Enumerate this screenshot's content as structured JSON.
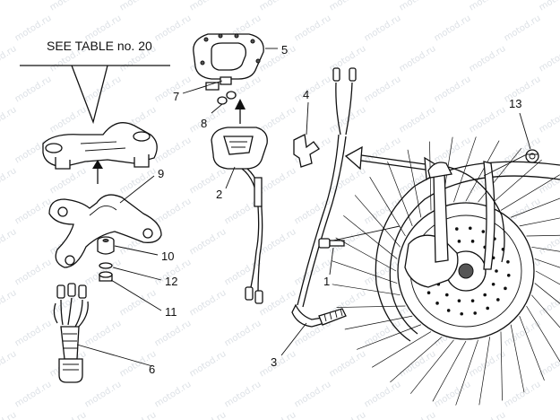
{
  "diagram": {
    "heading": "SEE TABLE no.  20",
    "watermark": "motod.ru",
    "callouts": [
      {
        "id": "c1",
        "label": "1"
      },
      {
        "id": "c2",
        "label": "2"
      },
      {
        "id": "c3",
        "label": "3"
      },
      {
        "id": "c4",
        "label": "4"
      },
      {
        "id": "c5",
        "label": "5"
      },
      {
        "id": "c6",
        "label": "6"
      },
      {
        "id": "c7",
        "label": "7"
      },
      {
        "id": "c8",
        "label": "8"
      },
      {
        "id": "c9",
        "label": "9"
      },
      {
        "id": "c10",
        "label": "10"
      },
      {
        "id": "c11",
        "label": "11"
      },
      {
        "id": "c12",
        "label": "12"
      },
      {
        "id": "c13",
        "label": "13"
      }
    ]
  }
}
